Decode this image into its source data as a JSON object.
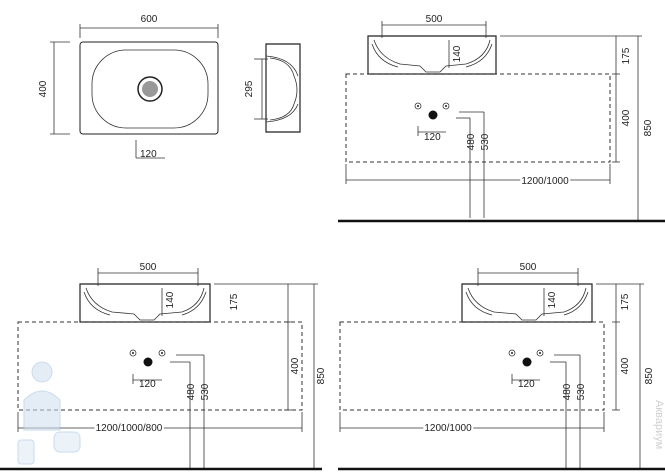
{
  "top_view": {
    "width_label": "600",
    "height_label": "400",
    "drain_label": "120"
  },
  "side_view": {
    "height_label": "295"
  },
  "view_a": {
    "basin_width": "500",
    "basin_depth": "140",
    "basin_height": "175",
    "cabinet_height": "400",
    "total_height": "850",
    "drain_spacing": "120",
    "outlet_left": "480",
    "outlet_right": "530",
    "cabinet_width": "1200/1000"
  },
  "view_b": {
    "basin_width": "500",
    "basin_depth": "140",
    "basin_height": "175",
    "cabinet_height": "400",
    "total_height": "850",
    "drain_spacing": "120",
    "outlet_left": "480",
    "outlet_right": "530",
    "cabinet_width": "1200/1000/800"
  },
  "view_c": {
    "basin_width": "500",
    "basin_depth": "140",
    "basin_height": "175",
    "cabinet_height": "400",
    "total_height": "850",
    "drain_spacing": "120",
    "outlet_left": "480",
    "outlet_right": "530",
    "cabinet_width": "1200/1000"
  },
  "watermark": {
    "text": "Аквариум"
  }
}
